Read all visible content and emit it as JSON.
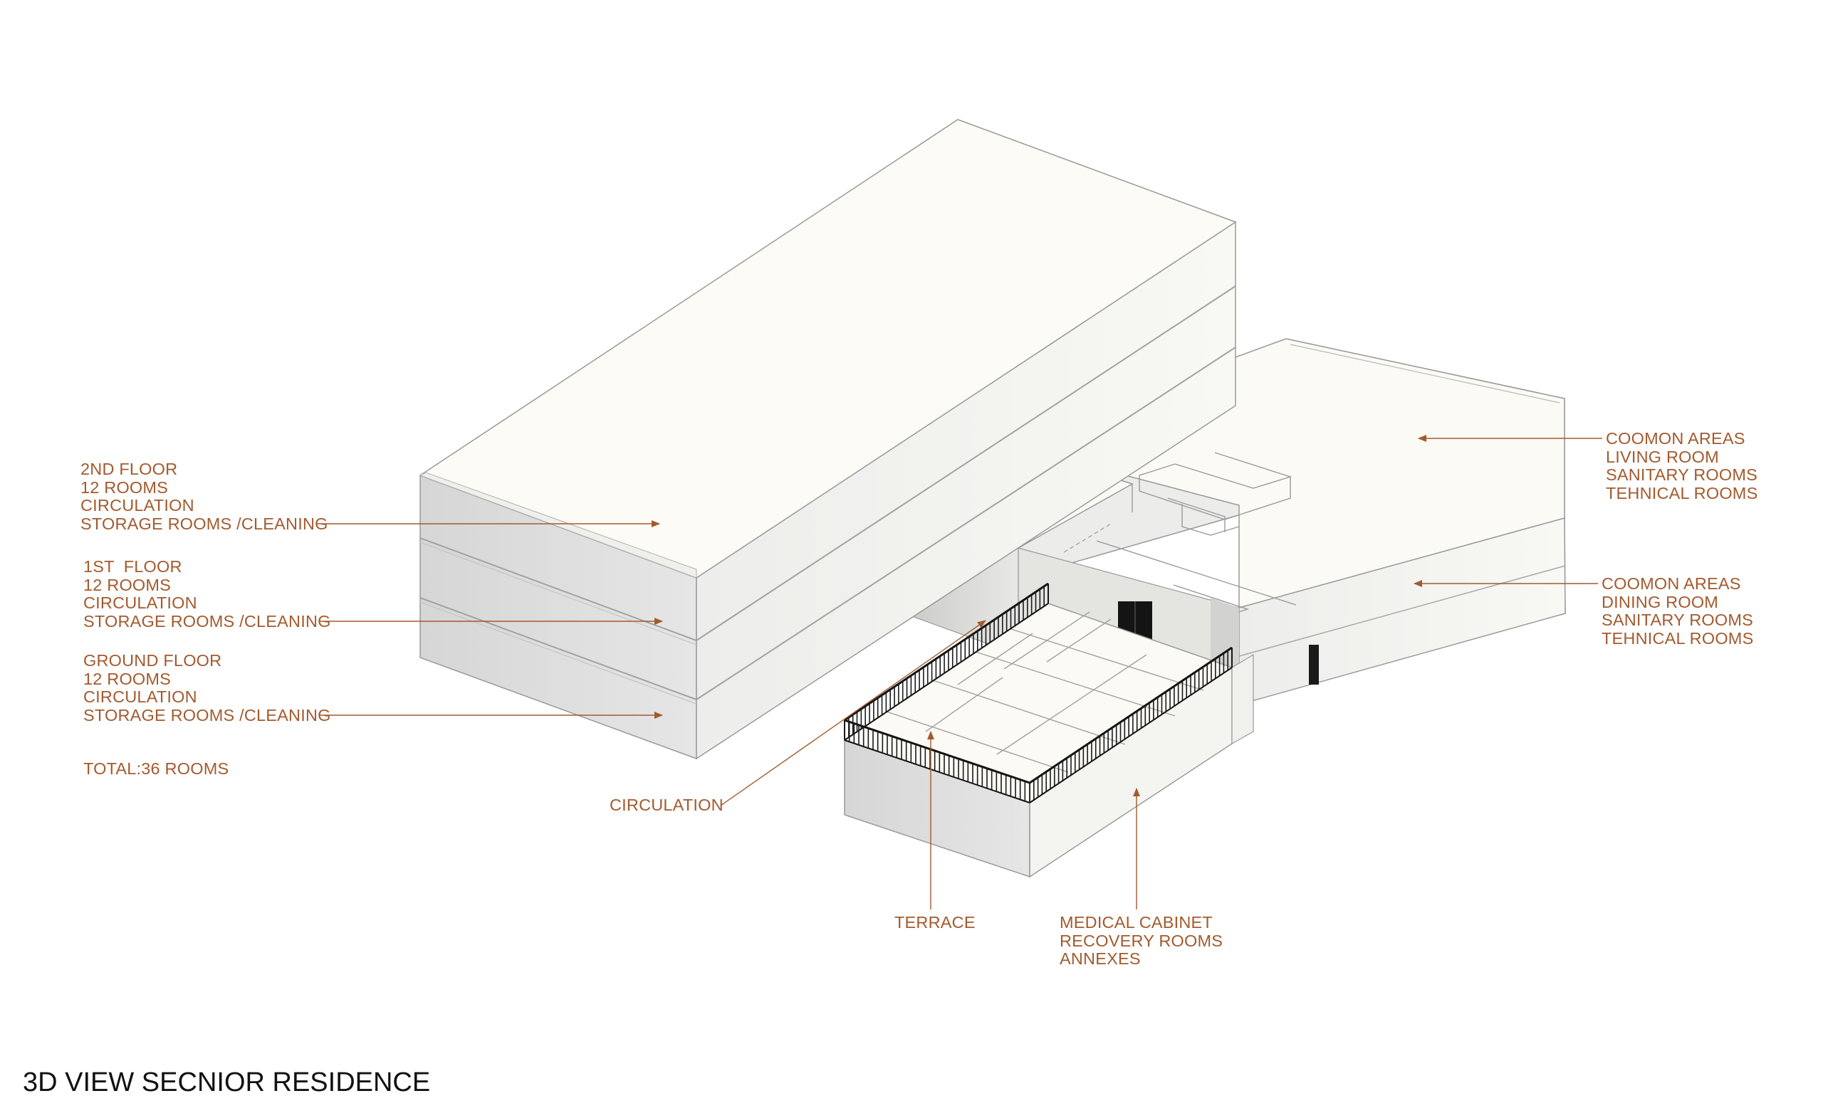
{
  "title": "3D VIEW SECNIOR RESIDENCE",
  "labels": {
    "second_floor": [
      "2ND FLOOR",
      "12 ROOMS",
      "CIRCULATION",
      "STORAGE ROOMS /CLEANING"
    ],
    "first_floor": [
      "1ST  FLOOR",
      "12 ROOMS",
      "CIRCULATION",
      "STORAGE ROOMS /CLEANING"
    ],
    "ground_floor": [
      "GROUND FLOOR",
      "12 ROOMS",
      "CIRCULATION",
      "STORAGE ROOMS /CLEANING"
    ],
    "total": "TOTAL:36 ROOMS",
    "circulation": "CIRCULATION",
    "terrace": "TERRACE",
    "medical": [
      "MEDICAL CABINET",
      "RECOVERY ROOMS",
      "ANNEXES"
    ],
    "common_upper": [
      "COOMON AREAS",
      "LIVING ROOM",
      "SANITARY ROOMS",
      "TEHNICAL ROOMS"
    ],
    "common_lower": [
      "COOMON AREAS",
      "DINING ROOM",
      "SANITARY ROOMS",
      "TEHNICAL ROOMS"
    ]
  },
  "colors": {
    "label": "#a35a2e",
    "roof": "#fbfaf4",
    "wall_left": "#d9d9d9",
    "wall_right": "#f6f6f1",
    "edge": "#9a9a9a"
  }
}
